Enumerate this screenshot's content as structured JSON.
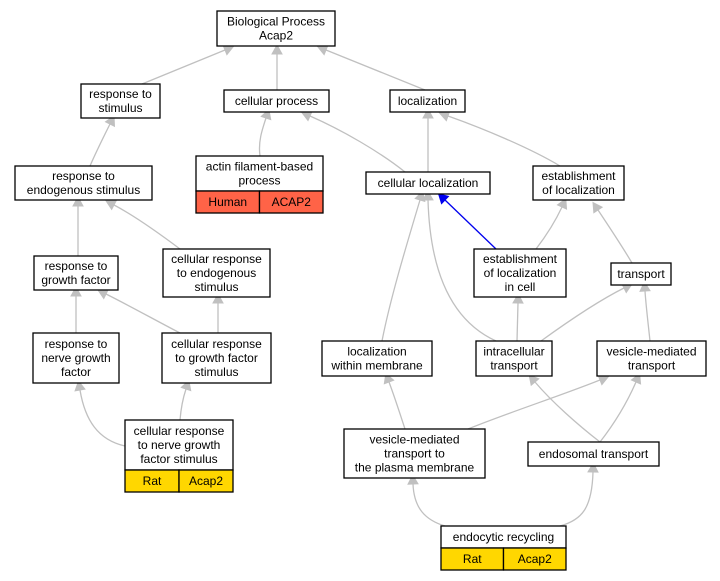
{
  "graph_title": [
    "Biological Process",
    "Acap2"
  ],
  "colors": {
    "edge": "#c0c0c0",
    "highlight_edge": "#0000ee",
    "human_tag": "#ff6347",
    "rat_tag": "#ffd700"
  },
  "nodes": [
    {
      "id": "root",
      "lines": [
        "Biological Process",
        "Acap2"
      ]
    },
    {
      "id": "response-to-stimulus",
      "lines": [
        "response to",
        "stimulus"
      ]
    },
    {
      "id": "cellular-process",
      "lines": [
        "cellular process"
      ]
    },
    {
      "id": "localization",
      "lines": [
        "localization"
      ]
    },
    {
      "id": "actin-filament-based-process",
      "lines": [
        "actin filament-based",
        "process"
      ],
      "tags": [
        {
          "species": "Human",
          "gene": "ACAP2",
          "color": "#ff6347"
        }
      ]
    },
    {
      "id": "response-to-endogenous-stimulus",
      "lines": [
        "response to",
        "endogenous stimulus"
      ]
    },
    {
      "id": "cellular-localization",
      "lines": [
        "cellular localization"
      ]
    },
    {
      "id": "establishment-of-localization",
      "lines": [
        "establishment",
        "of localization"
      ]
    },
    {
      "id": "response-to-growth-factor",
      "lines": [
        "response to",
        "growth factor"
      ]
    },
    {
      "id": "cellular-response-to-endogenous-stimulus",
      "lines": [
        "cellular response",
        "to endogenous",
        "stimulus"
      ]
    },
    {
      "id": "establishment-of-localization-in-cell",
      "lines": [
        "establishment",
        "of localization",
        "in cell"
      ]
    },
    {
      "id": "transport",
      "lines": [
        "transport"
      ]
    },
    {
      "id": "response-to-nerve-growth-factor",
      "lines": [
        "response to",
        "nerve growth",
        "factor"
      ]
    },
    {
      "id": "cellular-response-to-growth-factor-stimulus",
      "lines": [
        "cellular response",
        "to growth factor",
        "stimulus"
      ]
    },
    {
      "id": "localization-within-membrane",
      "lines": [
        "localization",
        "within membrane"
      ]
    },
    {
      "id": "intracellular-transport",
      "lines": [
        "intracellular",
        "transport"
      ]
    },
    {
      "id": "vesicle-mediated-transport",
      "lines": [
        "vesicle-mediated",
        "transport"
      ]
    },
    {
      "id": "cellular-response-to-nerve-growth-factor-stimulus",
      "lines": [
        "cellular response",
        "to nerve growth",
        "factor stimulus"
      ],
      "tags": [
        {
          "species": "Rat",
          "gene": "Acap2",
          "color": "#ffd700"
        }
      ]
    },
    {
      "id": "vesicle-mediated-transport-to-the-plasma-membrane",
      "lines": [
        "vesicle-mediated",
        "transport to",
        "the plasma membrane"
      ]
    },
    {
      "id": "endosomal-transport",
      "lines": [
        "endosomal transport"
      ]
    },
    {
      "id": "endocytic-recycling",
      "lines": [
        "endocytic recycling"
      ],
      "tags": [
        {
          "species": "Rat",
          "gene": "Acap2",
          "color": "#ffd700"
        }
      ]
    }
  ],
  "edges": [
    {
      "from": "response-to-stimulus",
      "to": "root"
    },
    {
      "from": "cellular-process",
      "to": "root"
    },
    {
      "from": "localization",
      "to": "root"
    },
    {
      "from": "actin-filament-based-process",
      "to": "cellular-process"
    },
    {
      "from": "response-to-endogenous-stimulus",
      "to": "response-to-stimulus"
    },
    {
      "from": "cellular-localization",
      "to": "cellular-process"
    },
    {
      "from": "cellular-localization",
      "to": "localization"
    },
    {
      "from": "establishment-of-localization",
      "to": "localization"
    },
    {
      "from": "response-to-growth-factor",
      "to": "response-to-endogenous-stimulus"
    },
    {
      "from": "cellular-response-to-endogenous-stimulus",
      "to": "response-to-endogenous-stimulus"
    },
    {
      "from": "establishment-of-localization-in-cell",
      "to": "cellular-localization",
      "highlight": true
    },
    {
      "from": "establishment-of-localization-in-cell",
      "to": "establishment-of-localization"
    },
    {
      "from": "transport",
      "to": "establishment-of-localization"
    },
    {
      "from": "response-to-nerve-growth-factor",
      "to": "response-to-growth-factor"
    },
    {
      "from": "cellular-response-to-growth-factor-stimulus",
      "to": "response-to-growth-factor"
    },
    {
      "from": "cellular-response-to-growth-factor-stimulus",
      "to": "cellular-response-to-endogenous-stimulus"
    },
    {
      "from": "localization-within-membrane",
      "to": "cellular-localization"
    },
    {
      "from": "intracellular-transport",
      "to": "cellular-localization"
    },
    {
      "from": "intracellular-transport",
      "to": "establishment-of-localization-in-cell"
    },
    {
      "from": "intracellular-transport",
      "to": "transport"
    },
    {
      "from": "vesicle-mediated-transport",
      "to": "transport"
    },
    {
      "from": "cellular-response-to-nerve-growth-factor-stimulus",
      "to": "response-to-nerve-growth-factor"
    },
    {
      "from": "cellular-response-to-nerve-growth-factor-stimulus",
      "to": "cellular-response-to-growth-factor-stimulus"
    },
    {
      "from": "vesicle-mediated-transport-to-the-plasma-membrane",
      "to": "localization-within-membrane"
    },
    {
      "from": "vesicle-mediated-transport-to-the-plasma-membrane",
      "to": "vesicle-mediated-transport"
    },
    {
      "from": "endosomal-transport",
      "to": "intracellular-transport"
    },
    {
      "from": "endosomal-transport",
      "to": "vesicle-mediated-transport"
    },
    {
      "from": "endocytic-recycling",
      "to": "vesicle-mediated-transport-to-the-plasma-membrane"
    },
    {
      "from": "endocytic-recycling",
      "to": "endosomal-transport"
    }
  ]
}
